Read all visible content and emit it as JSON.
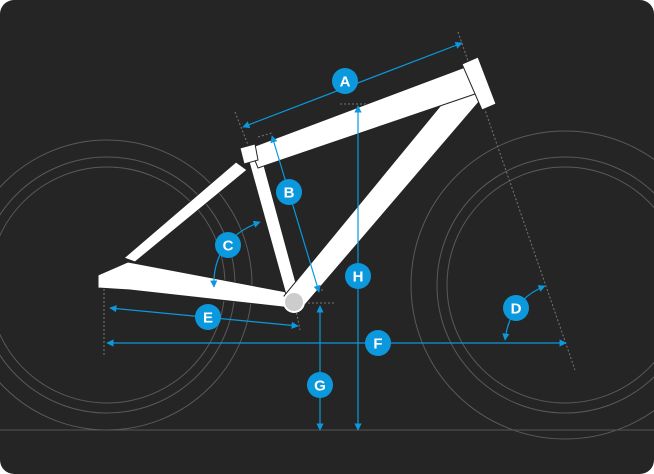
{
  "colors": {
    "background": "#252525",
    "accent": "#0b98dc",
    "frame": "#ffffff",
    "guide": "#6a6a6a"
  },
  "labels": {
    "A": "A",
    "B": "B",
    "C": "C",
    "D": "D",
    "E": "E",
    "F": "F",
    "G": "G",
    "H": "H"
  }
}
